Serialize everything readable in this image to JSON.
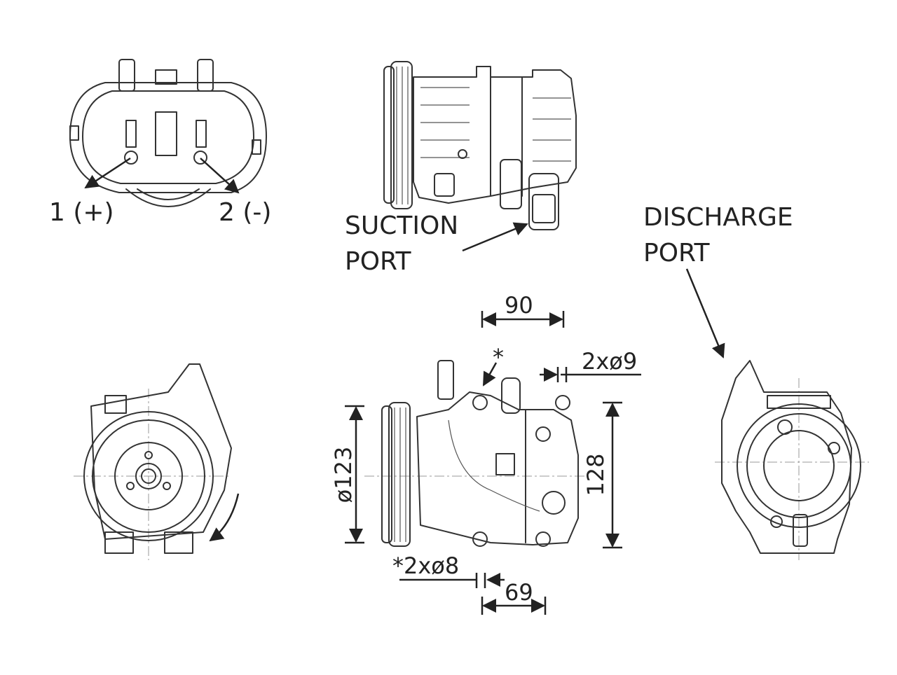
{
  "connector": {
    "pin1_label": "1 (+)",
    "pin2_label": "2 (-)"
  },
  "ports": {
    "suction_line1": "SUCTION",
    "suction_line2": "PORT",
    "discharge_line1": "DISCHARGE",
    "discharge_line2": "PORT"
  },
  "dimensions": {
    "top_width": "90",
    "top_holes": "2xø9",
    "pulley_diameter": "ø123",
    "body_height": "128",
    "bottom_holes": "*2xø8",
    "bottom_width": "69",
    "asterisk": "*"
  }
}
